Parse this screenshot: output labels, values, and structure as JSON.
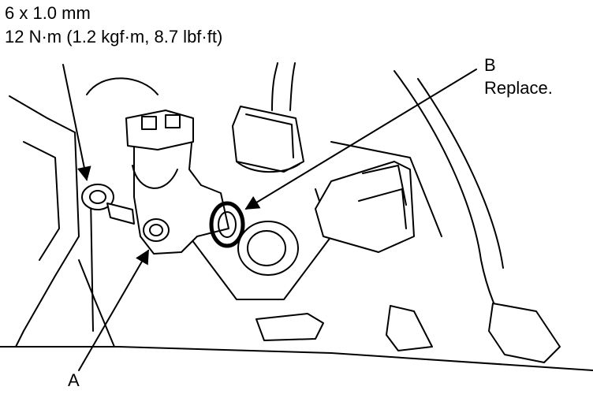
{
  "labels": {
    "bolt_size": "6 x 1.0 mm",
    "torque": "12 N·m (1.2 kgf·m, 8.7 lbf·ft)",
    "callout_b_letter": "B",
    "callout_b_note": "Replace.",
    "callout_a_letter": "A"
  }
}
